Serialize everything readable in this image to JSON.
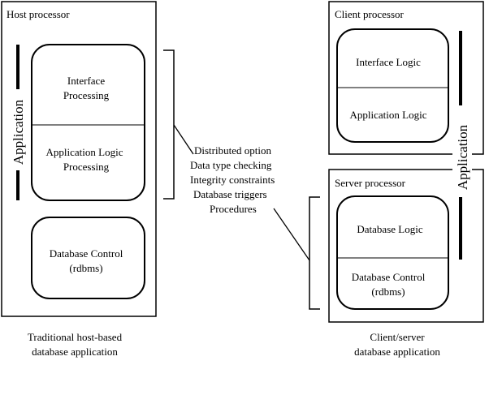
{
  "host": {
    "title": "Host processor",
    "interface": [
      "Interface",
      "Processing"
    ],
    "app_logic": [
      "Application Logic",
      "Processing"
    ],
    "db_control": [
      "Database Control",
      "(rdbms)"
    ],
    "app_label": "Application",
    "caption": [
      "Traditional host-based",
      "database application"
    ]
  },
  "client": {
    "title": "Client processor",
    "interface_logic": "Interface Logic",
    "app_logic": "Application Logic"
  },
  "server": {
    "title": "Server processor",
    "db_logic": "Database Logic",
    "db_control": [
      "Database Control",
      "(rdbms)"
    ]
  },
  "cs_app_label": "Application",
  "middle_list": [
    "Distributed option",
    "Data type checking",
    "Integrity constraints",
    "Database triggers",
    "Procedures"
  ],
  "cs_caption": [
    "Client/server",
    "database application"
  ]
}
